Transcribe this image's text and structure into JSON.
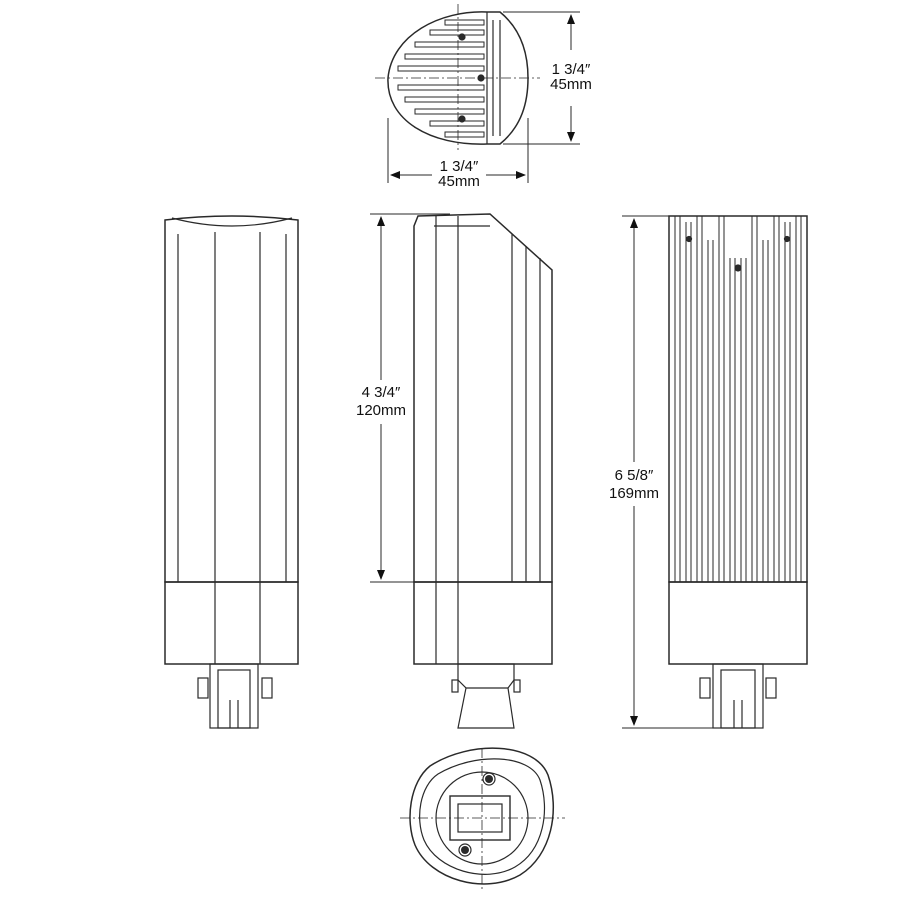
{
  "dimensions": {
    "top_height": {
      "imperial": "1 3/4″",
      "metric": "45mm"
    },
    "top_width": {
      "imperial": "1 3/4″",
      "metric": "45mm"
    },
    "side_height": {
      "imperial": "4 3/4″",
      "metric": "120mm"
    },
    "overall_height": {
      "imperial": "6 5/8″",
      "metric": "169mm"
    }
  }
}
